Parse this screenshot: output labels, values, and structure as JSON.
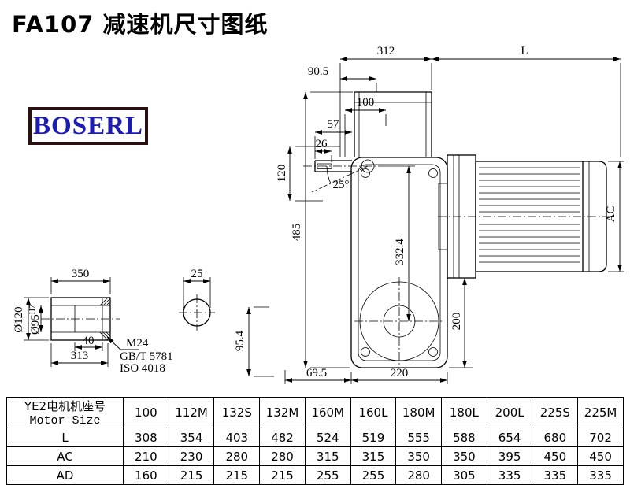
{
  "page": {
    "title": "FA107 减速机尺寸图纸"
  },
  "logo": {
    "text": "BOSERL"
  },
  "drawing": {
    "main_view": {
      "dims": {
        "d312": "312",
        "dL": "L",
        "d90_5": "90.5",
        "d100": "100",
        "d57": "57",
        "d26": "26",
        "d120": "120",
        "angle25": "25°",
        "d485": "485",
        "d332_4": "332.4",
        "dAC": "AC",
        "d200": "200",
        "d69_5": "69.5",
        "d220": "220",
        "d95_4": "95.4"
      }
    },
    "shaft_view": {
      "dims": {
        "d350": "350",
        "d25": "25",
        "dia120": "Ø120",
        "dia95": "Ø95",
        "dia95_tol": "H7",
        "d40": "40",
        "d313": "313",
        "thread": "M24",
        "std_gb": "GB/T 5781",
        "std_iso": "ISO 4018"
      }
    }
  },
  "table": {
    "header_cn": "YE2电机机座号",
    "header_en": "Motor Size",
    "columns": [
      "100",
      "112M",
      "132S",
      "132M",
      "160M",
      "160L",
      "180M",
      "180L",
      "200L",
      "225S",
      "225M"
    ],
    "rows": [
      {
        "label": "L",
        "values": [
          "308",
          "354",
          "403",
          "482",
          "524",
          "519",
          "555",
          "588",
          "654",
          "680",
          "702"
        ]
      },
      {
        "label": "AC",
        "values": [
          "210",
          "230",
          "280",
          "280",
          "315",
          "315",
          "350",
          "350",
          "395",
          "450",
          "450"
        ]
      },
      {
        "label": "AD",
        "values": [
          "160",
          "215",
          "215",
          "215",
          "255",
          "255",
          "280",
          "305",
          "335",
          "335",
          "335"
        ]
      }
    ]
  }
}
